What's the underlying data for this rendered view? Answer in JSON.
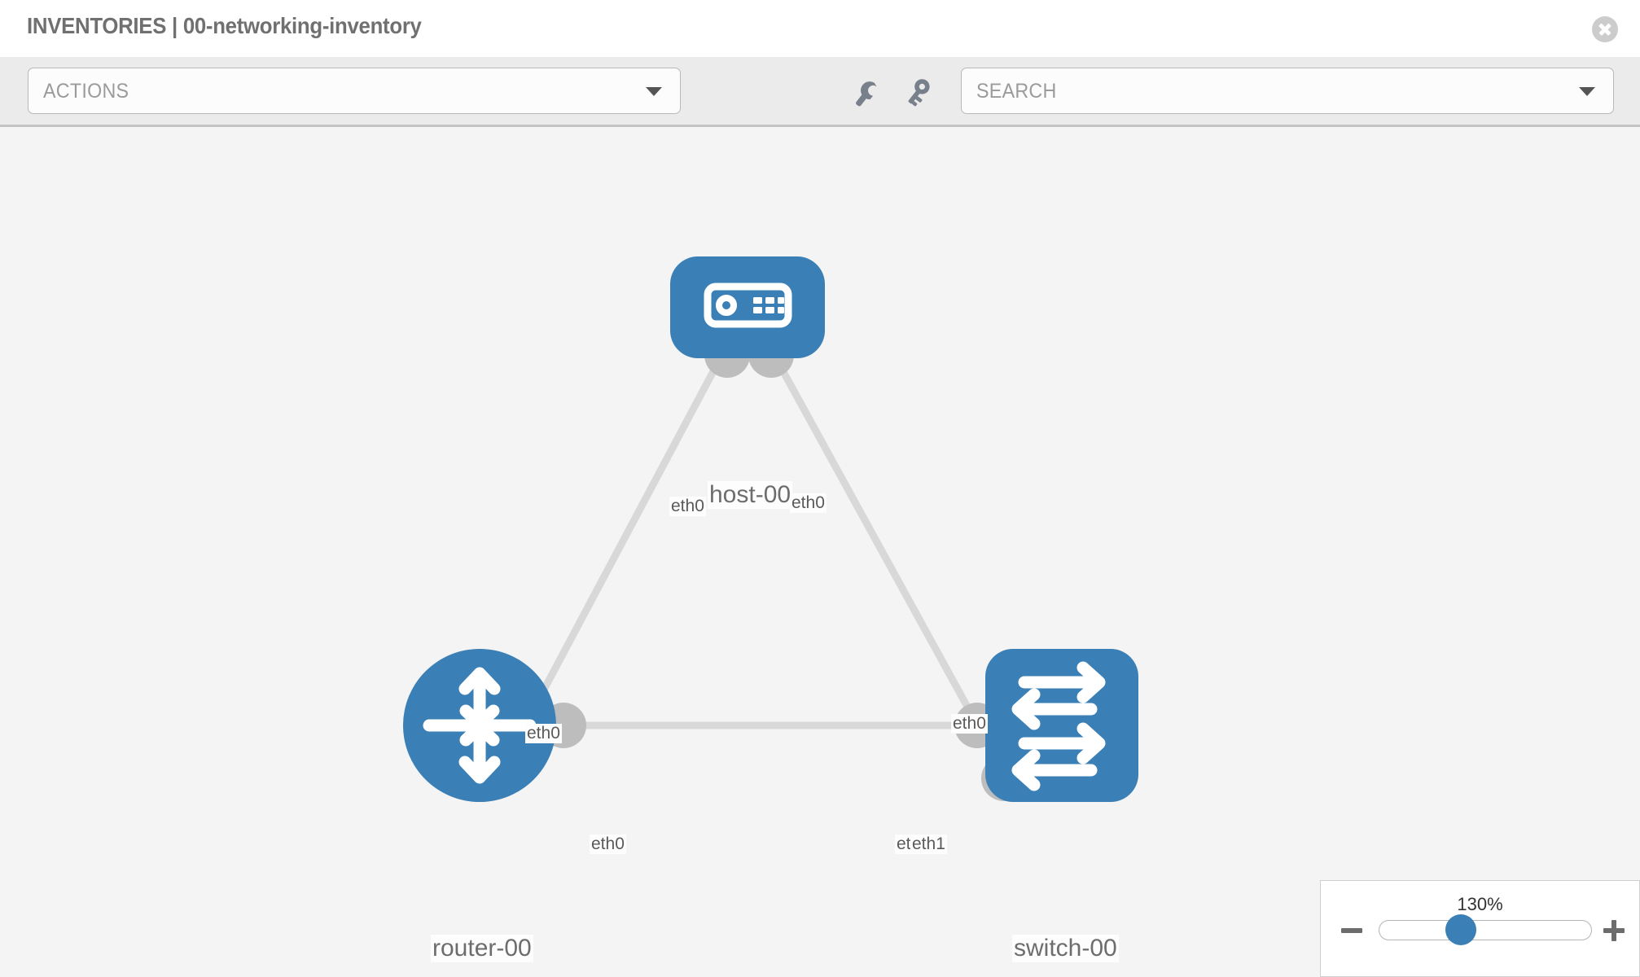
{
  "header": {
    "title": "INVENTORIES | 00-networking-inventory",
    "close_label": "close-icon"
  },
  "toolbar": {
    "actions_label": "ACTIONS",
    "search_placeholder": "SEARCH",
    "wrench_icon": "wrench-icon",
    "key_icon": "key-icon"
  },
  "topology": {
    "nodes": [
      {
        "id": "host-00",
        "label": "host-00",
        "type": "host",
        "shape": "rounded-square",
        "color": "#3a7fb5"
      },
      {
        "id": "router-00",
        "label": "router-00",
        "type": "router",
        "shape": "circle",
        "color": "#3a7fb5"
      },
      {
        "id": "switch-00",
        "label": "switch-00",
        "type": "switch",
        "shape": "rounded-square",
        "color": "#3a7fb5"
      }
    ],
    "links": [
      {
        "from": "router-00",
        "to": "host-00",
        "from_label": "eth0",
        "to_label": "eth0"
      },
      {
        "from": "host-00",
        "to": "switch-00",
        "from_label": "eth0",
        "to_label": "eth0"
      },
      {
        "from": "router-00",
        "to": "switch-00",
        "from_label": "eth0",
        "to_label_a": "eth0",
        "to_label_b": "eth1"
      }
    ],
    "interface_labels": {
      "host_left": "eth0",
      "host_right": "eth0",
      "router_up": "eth0",
      "router_right": "eth0",
      "switch_up": "eth0",
      "switch_left_a": "eth0",
      "switch_left_b": "eth1"
    }
  },
  "zoom": {
    "level": "130%",
    "minus_label": "zoom-out",
    "plus_label": "zoom-in"
  },
  "colors": {
    "node_blue": "#3a7fb5",
    "link_gray": "#d6d6d6",
    "connector_gray": "#bdbdbd",
    "canvas": "#f4f4f4",
    "toolbar": "#ebebeb"
  }
}
